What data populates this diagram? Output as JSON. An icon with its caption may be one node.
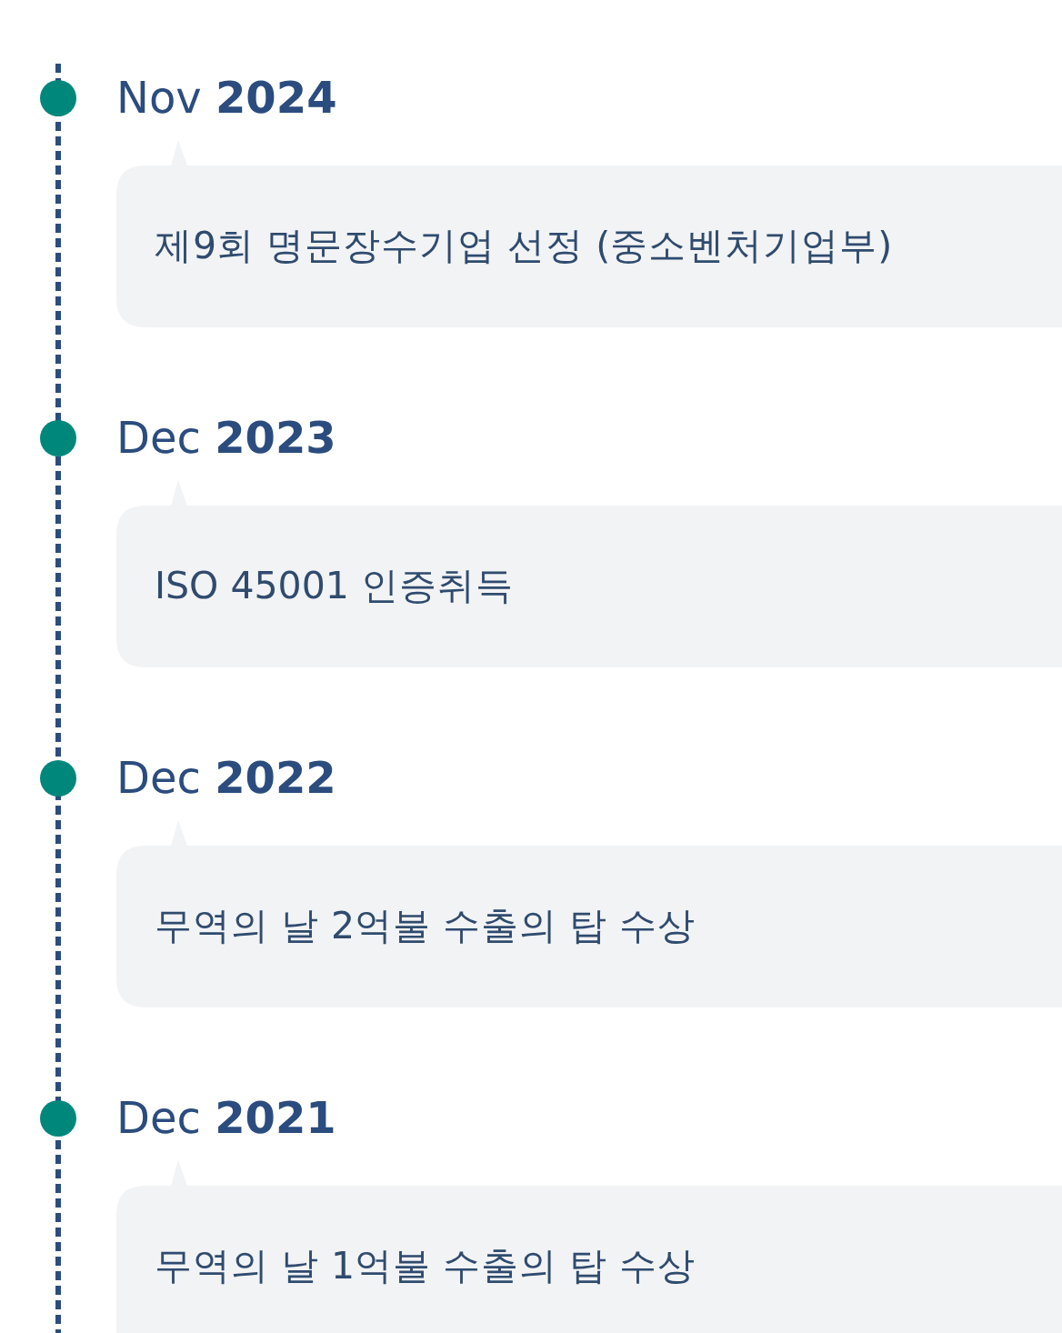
{
  "diagram": {
    "nodes": [
      {
        "text": [
          "Nov **2024**",
          "제9회 명문장수기업 선정 (중소벤처기업부)"
        ]
      },
      {
        "text": [
          "Dec **2023**",
          "ISO 45001 인증취득"
        ]
      },
      {
        "text": [
          "Dec **2022**",
          "무역의 날 2억불 수출의 탑 수상"
        ]
      },
      {
        "text": [
          "Dec **2021**",
          "무역의 날 1억불 수출의 탑 수상"
        ]
      }
    ]
  }
}
